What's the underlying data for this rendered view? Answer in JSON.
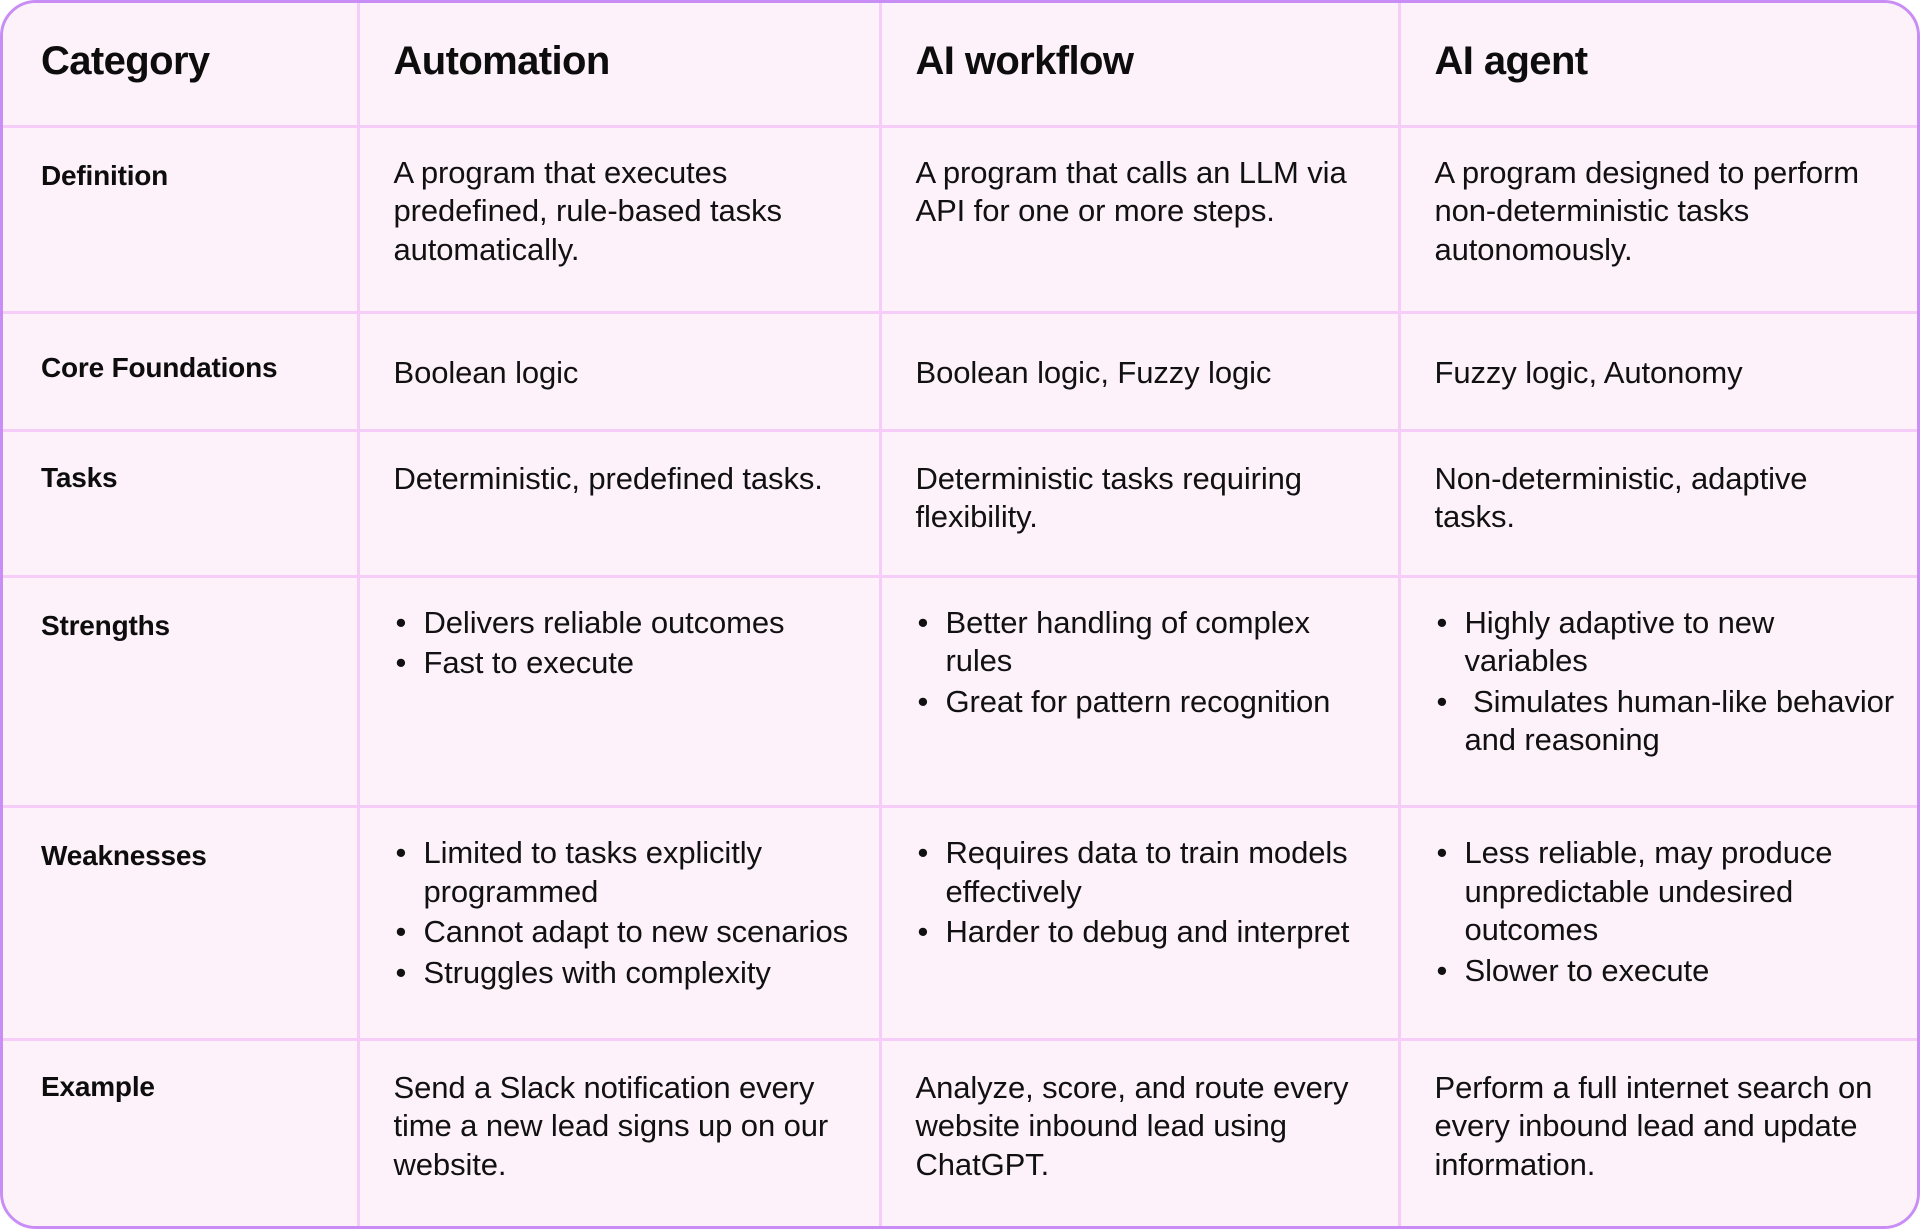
{
  "table": {
    "colors": {
      "cell_background": "#fdf1fa",
      "outer_border": "#c88ef5",
      "inner_border": "#f6cdf9",
      "text": "#111111",
      "heading_text": "#0d0d0d"
    },
    "headers": [
      {
        "id": "category",
        "label": "Category"
      },
      {
        "id": "automation",
        "label": "Automation"
      },
      {
        "id": "workflow",
        "label": "AI workflow"
      },
      {
        "id": "agent",
        "label": "AI agent"
      }
    ],
    "rows": [
      {
        "id": "definition",
        "label": "Definition",
        "type": "text",
        "automation": "A program that executes predefined, rule-based tasks automatically.",
        "workflow": "A program that calls an LLM via API for one or more steps.",
        "agent": "A program designed to perform non-deterministic tasks autonomously."
      },
      {
        "id": "core-foundations",
        "label": "Core Foundations",
        "type": "text",
        "automation": "Boolean logic",
        "workflow": "Boolean logic, Fuzzy logic",
        "agent": "Fuzzy logic, Autonomy"
      },
      {
        "id": "tasks",
        "label": "Tasks",
        "type": "text",
        "automation": "Deterministic, predefined tasks.",
        "workflow": "Deterministic tasks requiring flexibility.",
        "agent": "Non-deterministic, adaptive tasks."
      },
      {
        "id": "strengths",
        "label": "Strengths",
        "type": "list",
        "automation": [
          "Delivers reliable outcomes",
          "Fast to execute"
        ],
        "workflow": [
          "Better handling of complex rules",
          "Great for pattern recognition"
        ],
        "agent": [
          "Highly adaptive to new variables",
          " Simulates human-like behavior and reasoning"
        ]
      },
      {
        "id": "weaknesses",
        "label": "Weaknesses",
        "type": "list",
        "automation": [
          "Limited to tasks explicitly programmed",
          "Cannot adapt to new scenarios",
          "Struggles with complexity"
        ],
        "workflow": [
          "Requires data to train models effectively",
          "Harder to debug and interpret"
        ],
        "agent": [
          "Less reliable, may produce unpredictable undesired outcomes",
          "Slower to execute"
        ]
      },
      {
        "id": "example",
        "label": "Example",
        "type": "text",
        "automation": "Send a Slack notification every time a new lead signs up on our website.",
        "workflow": "Analyze, score, and route every website inbound lead using ChatGPT.",
        "agent": "Perform a full internet search on every inbound lead and update information."
      }
    ]
  }
}
